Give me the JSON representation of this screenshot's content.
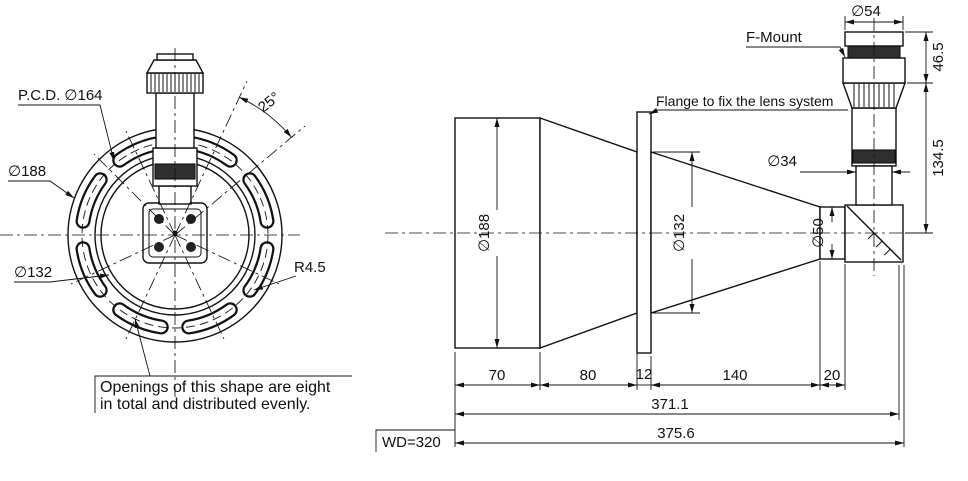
{
  "front": {
    "pcd_label": "P.C.D. ∅164",
    "dia_outer": "∅188",
    "dia_inner": "∅132",
    "slot_radius": "R4.5",
    "angle": "25°",
    "note1": "Openings of this shape are eight",
    "note2": "in total and distributed evenly."
  },
  "side": {
    "f_mount": "F-Mount",
    "flange_note": "Flange to fix the lens system",
    "dia54": "∅54",
    "h46_5": "46.5",
    "h134_5": "134.5",
    "dia34": "∅34",
    "dia50": "∅50",
    "dia132": "∅132",
    "dia188": "∅188",
    "l70": "70",
    "l80": "80",
    "l12": "12",
    "l140": "140",
    "l20": "20",
    "total1": "371.1",
    "total2": "375.6",
    "wd": "WD=320"
  },
  "colors": {
    "line": "#111111",
    "band": "#2f2f2f"
  }
}
